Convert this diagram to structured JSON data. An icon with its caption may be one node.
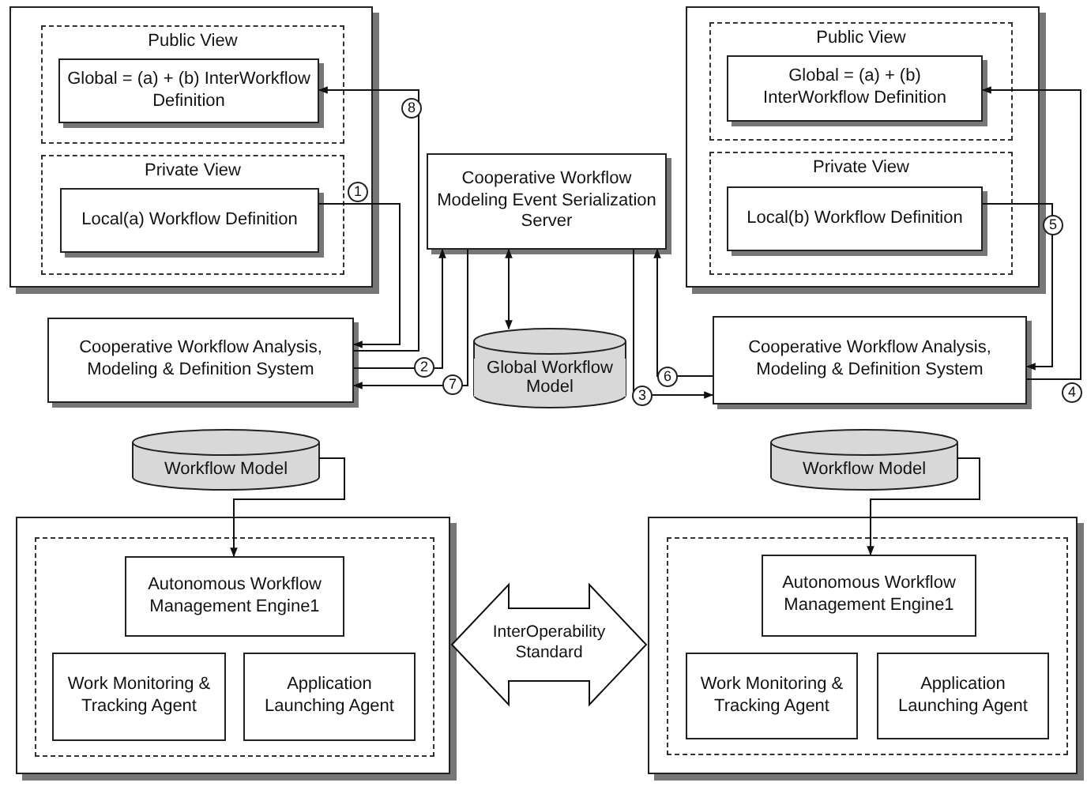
{
  "diagram": {
    "nodes": [
      {
        "text": [],
        "shape": "box"
      },
      {
        "text": [
          "Public View"
        ],
        "in": 0
      },
      {
        "text": [
          "Global = (a) + (b) InterWorkflow Definition"
        ],
        "in": 1
      },
      {
        "text": [
          "Private View"
        ],
        "in": 0
      },
      {
        "text": [
          "Local(a) Workflow Definition"
        ],
        "in": 3
      },
      {
        "text": [
          "Cooperative Workflow Modeling Event Serialization Server"
        ]
      },
      {
        "text": [],
        "shape": "box"
      },
      {
        "text": [
          "Public View"
        ],
        "in": 6
      },
      {
        "text": [
          "Global = (a) + (b) InterWorkflow Definition"
        ],
        "in": 7
      },
      {
        "text": [
          "Private View"
        ],
        "in": 6
      },
      {
        "text": [
          "Local(b) Workflow Definition"
        ],
        "in": 9
      },
      {
        "text": [
          "Cooperative Workflow Analysis, Modeling & Definition System"
        ]
      },
      {
        "text": [
          "Global Workflow Model"
        ]
      },
      {
        "text": [
          "Cooperative Workflow Analysis, Modeling & Definition System"
        ]
      },
      {
        "text": [
          "Workflow Model"
        ]
      },
      {
        "text": [
          "Workflow Model"
        ]
      },
      {
        "text": [],
        "shape": "box"
      },
      {
        "text": [],
        "shape": "box",
        "in": 16
      },
      {
        "text": [
          "Autonomous Workflow Management Engine1"
        ],
        "in": 17
      },
      {
        "text": [
          "Work Monitoring & Tracking Agent"
        ],
        "in": 17
      },
      {
        "text": [
          "Application Launching Agent"
        ],
        "in": 17
      },
      {
        "text": [],
        "shape": "box"
      },
      {
        "text": [],
        "shape": "box",
        "in": 21
      },
      {
        "text": [
          "Autonomous Workflow Management Engine1"
        ],
        "in": 22
      },
      {
        "text": [
          "Work Monitoring & Tracking Agent"
        ],
        "in": 22
      },
      {
        "text": [
          "Application Launching Agent"
        ],
        "in": 22
      }
    ],
    "edges": [
      {
        "from": 11,
        "to": 2,
        "arrow": "to",
        "label": "8"
      },
      {
        "from": 4,
        "to": 11,
        "arrow": "to",
        "label": "1"
      },
      {
        "from": 11,
        "to": 5,
        "arrow": "to",
        "label": "2"
      },
      {
        "from": 5,
        "to": 11,
        "arrow": "to",
        "label": "7"
      },
      {
        "from": 5,
        "to": 12,
        "arrow": "both"
      },
      {
        "from": 5,
        "to": 13,
        "arrow": "to",
        "label": "3"
      },
      {
        "from": 13,
        "to": 5,
        "arrow": "to",
        "label": "6"
      },
      {
        "from": 13,
        "to": 8,
        "arrow": "to",
        "label": "4"
      },
      {
        "from": 10,
        "to": 13,
        "arrow": "to",
        "label": "5"
      },
      {
        "from": 14,
        "to": 18,
        "arrow": "to"
      },
      {
        "from": 15,
        "to": 23,
        "arrow": "to"
      },
      {
        "from": 16,
        "to": 21,
        "arrow": "both",
        "label": "InterOperability Standard"
      }
    ]
  }
}
